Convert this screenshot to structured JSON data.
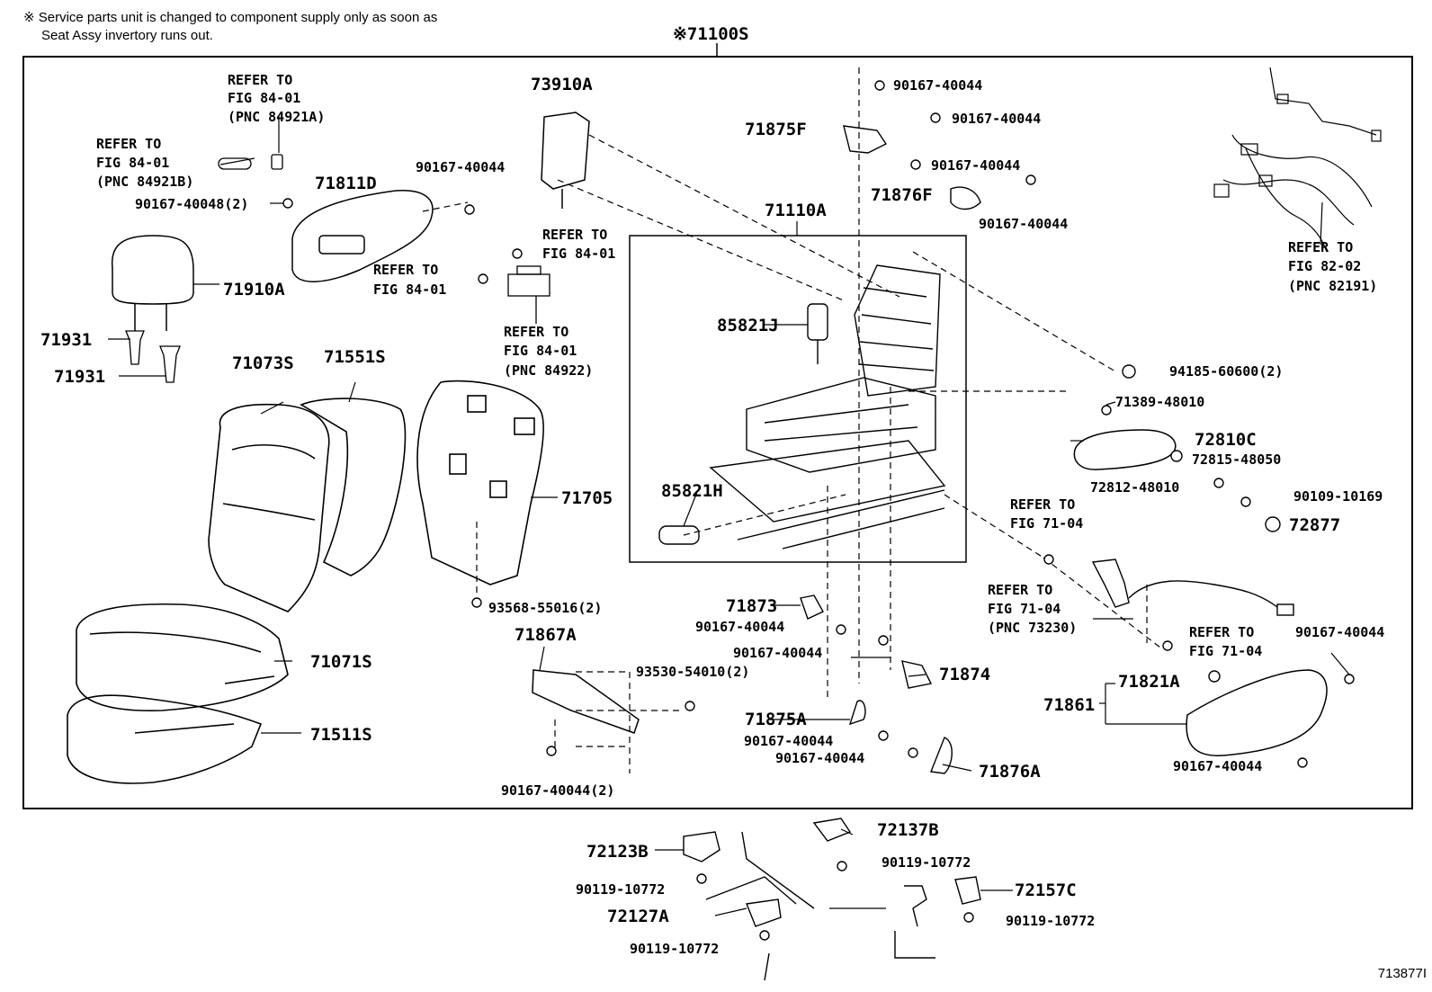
{
  "notes": {
    "line1": "※ Service parts unit is changed to component supply only as soon as",
    "line2": "Seat Assy invertory runs out."
  },
  "assembly_label": "※71100S",
  "figure_id": "713877I",
  "parts": {
    "p73910A": "73910A",
    "p71875F": "71875F",
    "p71876F": "71876F",
    "p71811D": "71811D",
    "p71910A": "71910A",
    "p71931a": "71931",
    "p71931b": "71931",
    "p71073S": "71073S",
    "p71551S": "71551S",
    "p71705": "71705",
    "p71110A": "71110A",
    "p85821J": "85821J",
    "p85821H": "85821H",
    "p72810C": "72810C",
    "p72877": "72877",
    "p71071S": "71071S",
    "p71511S": "71511S",
    "p71867A": "71867A",
    "p71873": "71873",
    "p71874": "71874",
    "p71875A": "71875A",
    "p71876A": "71876A",
    "p71821A": "71821A",
    "p71861": "71861",
    "p72123B": "72123B",
    "p72137B": "72137B",
    "p72157C": "72157C",
    "p72127A": "72127A"
  },
  "fasteners": {
    "f1": "90167-40044",
    "f2": "90167-40044",
    "f3": "90167-40044",
    "f4": "90167-40044",
    "f5": "90167-40044",
    "f6": "90167-40048(2)",
    "f7": "94185-60600(2)",
    "f8": "71389-48010",
    "f9": "72815-48050",
    "f10": "72812-48010",
    "f11": "90109-10169",
    "f12": "93568-55016(2)",
    "f13": "90167-40044",
    "f14": "90167-40044",
    "f15": "93530-54010(2)",
    "f16": "90167-40044(2)",
    "f17": "90167-40044",
    "f18": "90167-40044",
    "f19": "90167-40044",
    "f20": "90167-40044",
    "f21": "90119-10772",
    "f22": "90119-10772",
    "f23": "90119-10772",
    "f24": "90119-10772"
  },
  "refs": {
    "r1": {
      "l1": "REFER TO",
      "l2": "FIG 84-01",
      "l3": "(PNC 84921A)"
    },
    "r2": {
      "l1": "REFER TO",
      "l2": "FIG 84-01",
      "l3": "(PNC 84921B)"
    },
    "r3": {
      "l1": "REFER TO",
      "l2": "FIG 84-01"
    },
    "r4": {
      "l1": "REFER TO",
      "l2": "FIG 84-01"
    },
    "r5": {
      "l1": "REFER TO",
      "l2": "FIG 84-01",
      "l3": "(PNC 84922)"
    },
    "r6": {
      "l1": "REFER TO",
      "l2": "FIG 82-02",
      "l3": "(PNC 82191)"
    },
    "r7": {
      "l1": "REFER TO",
      "l2": "FIG 71-04"
    },
    "r8": {
      "l1": "REFER TO",
      "l2": "FIG 71-04",
      "l3": "(PNC 73230)"
    },
    "r9": {
      "l1": "REFER TO",
      "l2": "FIG 71-04"
    }
  }
}
